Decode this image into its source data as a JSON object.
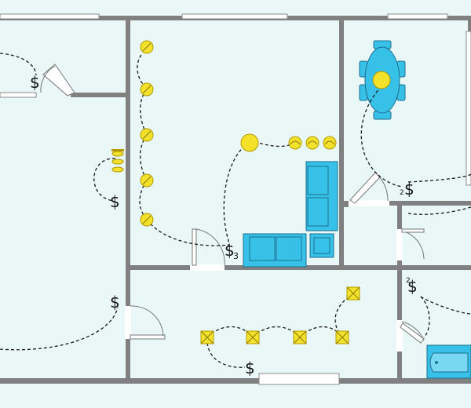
{
  "switches": [
    {
      "id": "sw1",
      "symbol": "$",
      "sub": ""
    },
    {
      "id": "sw2",
      "symbol": "$",
      "sub": ""
    },
    {
      "id": "sw3",
      "symbol": "$",
      "sub": "3"
    },
    {
      "id": "sw4",
      "symbol": "$",
      "sub": ""
    },
    {
      "id": "sw5",
      "symbol": "$",
      "sub": "2"
    },
    {
      "id": "sw6",
      "symbol": "$",
      "sub": "2"
    },
    {
      "id": "sw7",
      "symbol": "$",
      "sub": ""
    }
  ],
  "colors": {
    "wall": "#808080",
    "floor": "#e9f7f7",
    "light": "#f3e12c",
    "furniture": "#37c0e8"
  }
}
